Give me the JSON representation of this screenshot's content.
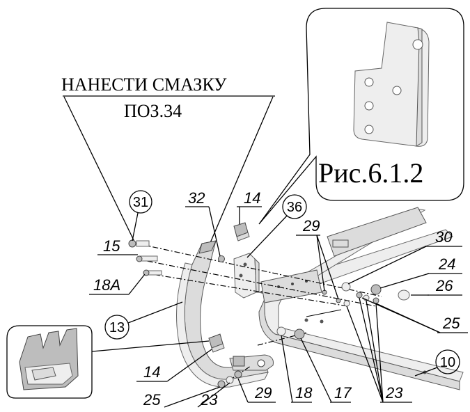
{
  "note": {
    "line1": "НАНЕСТИ СМАЗКУ",
    "line2": "ПОЗ.34"
  },
  "figure_ref": "Рис.6.1.2",
  "labels": {
    "p10": "10",
    "p13": "13",
    "p14_top": "14",
    "p14_bottom": "14",
    "p15": "15",
    "p17": "17",
    "p18": "18",
    "p18a": "18А",
    "p23_right": "23",
    "p23_bottom": "23",
    "p24": "24",
    "p25_right": "25",
    "p25_bottom": "25",
    "p26": "26",
    "p29_top": "29",
    "p29_bottom": "29",
    "p30": "30",
    "p31": "31",
    "p32": "32",
    "p36": "36"
  }
}
